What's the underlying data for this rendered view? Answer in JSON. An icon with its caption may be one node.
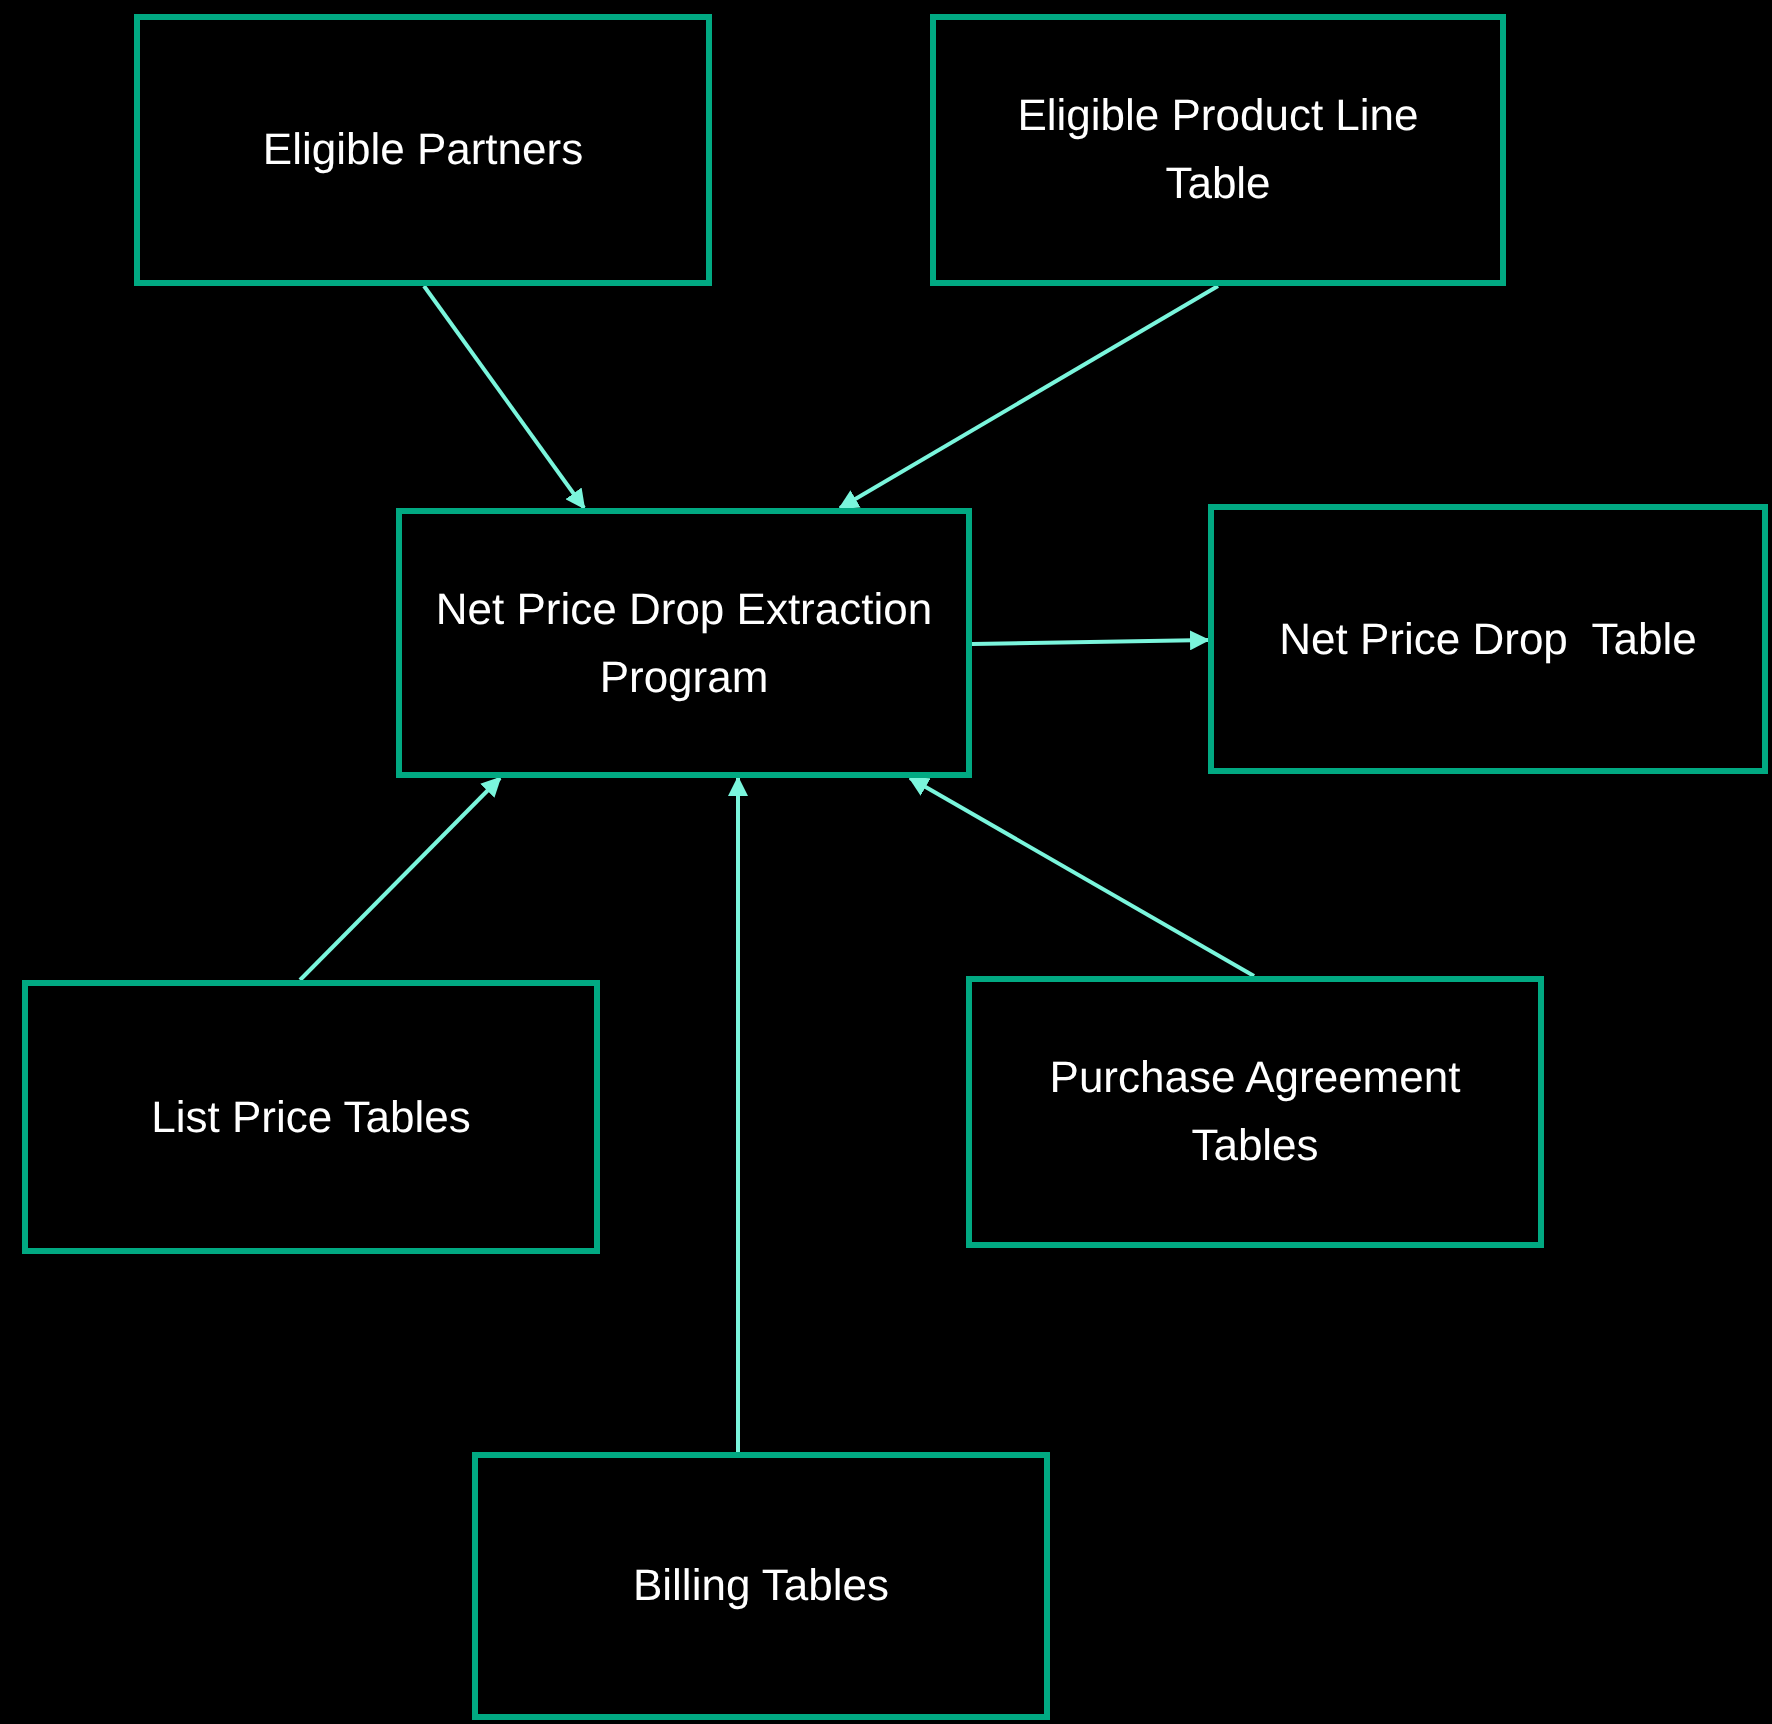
{
  "diagram": {
    "nodes": [
      {
        "text": [
          "Eligible Partners"
        ]
      },
      {
        "text": [
          "Eligible Product Line Table"
        ]
      },
      {
        "text": [
          "Net Price Drop Extraction Program"
        ]
      },
      {
        "text": [
          "Net Price Drop  Table"
        ]
      },
      {
        "text": [
          "List Price Tables"
        ]
      },
      {
        "text": [
          "Purchase Agreement Tables"
        ]
      },
      {
        "text": [
          "Billing Tables"
        ]
      }
    ],
    "edges": [
      {
        "from": 0,
        "to": 2,
        "arrow": "to"
      },
      {
        "from": 1,
        "to": 2,
        "arrow": "to"
      },
      {
        "from": 2,
        "to": 3,
        "arrow": "to"
      },
      {
        "from": 4,
        "to": 2,
        "arrow": "to"
      },
      {
        "from": 6,
        "to": 2,
        "arrow": "to"
      },
      {
        "from": 5,
        "to": 2,
        "arrow": "to"
      }
    ]
  }
}
